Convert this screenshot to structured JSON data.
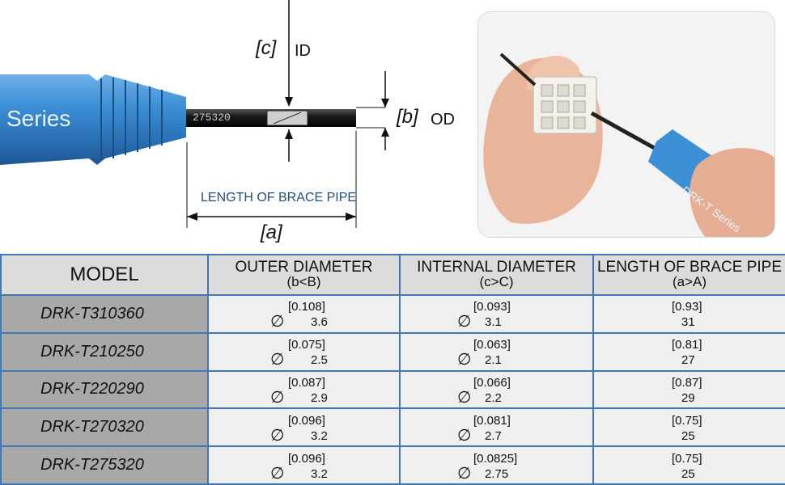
{
  "diagram": {
    "brand_text": "Series",
    "tool_marking": "275320",
    "label_c": "[c]",
    "word_c": "ID",
    "label_b": "[b]",
    "word_b": "OD",
    "length_caption": "LENGTH OF BRACE PIPE",
    "label_a": "[a]"
  },
  "photo": {
    "tool_text": "DRK-T Series"
  },
  "table": {
    "headers": {
      "model": "MODEL",
      "outer": "OUTER DIAMETER",
      "outer_sub": "(b<B)",
      "internal": "INTERNAL DIAMETER",
      "internal_sub": "(c>C)",
      "length": "LENGTH OF BRACE PIPE",
      "length_sub": "(a>A)"
    },
    "diameter_symbol": "∅",
    "rows": [
      {
        "model": "DRK-T310360",
        "od_in": "[0.108]",
        "od_mm": "3.6",
        "id_in": "[0.093]",
        "id_mm": "3.1",
        "len_in": "[0.93]",
        "len_mm": "31"
      },
      {
        "model": "DRK-T210250",
        "od_in": "[0.075]",
        "od_mm": "2.5",
        "id_in": "[0.063]",
        "id_mm": "2.1",
        "len_in": "[0.81]",
        "len_mm": "27"
      },
      {
        "model": "DRK-T220290",
        "od_in": "[0.087]",
        "od_mm": "2.9",
        "id_in": "[0.066]",
        "id_mm": "2.2",
        "len_in": "[0.87]",
        "len_mm": "29"
      },
      {
        "model": "DRK-T270320",
        "od_in": "[0.096]",
        "od_mm": "3.2",
        "id_in": "[0.081]",
        "id_mm": "2.7",
        "len_in": "[0.75]",
        "len_mm": "25"
      },
      {
        "model": "DRK-T275320",
        "od_in": "[0.096]",
        "od_mm": "3.2",
        "id_in": "[0.0825]",
        "id_mm": "2.75",
        "len_in": "[0.75]",
        "len_mm": "25"
      }
    ]
  }
}
